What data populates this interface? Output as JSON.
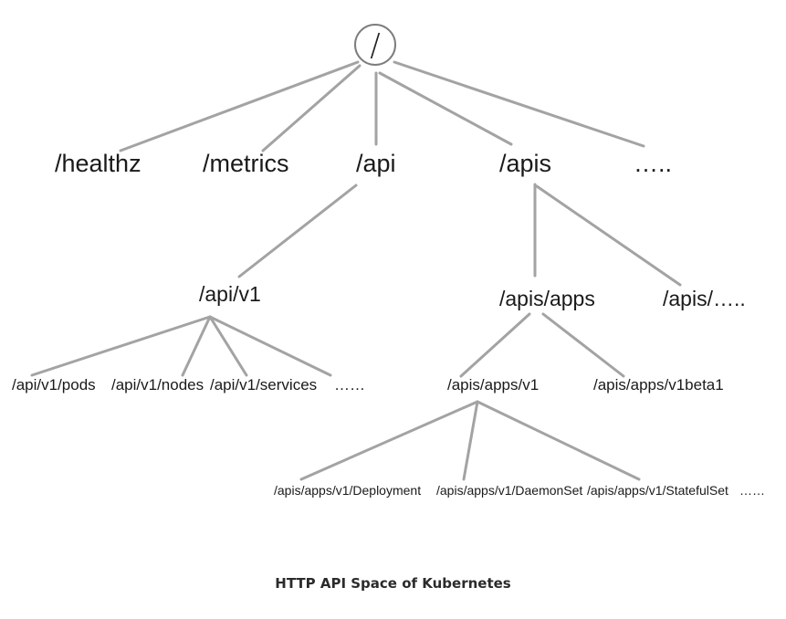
{
  "diagram": {
    "root": "/",
    "level1": [
      "/healthz",
      "/metrics",
      "/api",
      "/apis",
      "….."
    ],
    "level2": [
      "/api/v1",
      "/apis/apps",
      "/apis/….."
    ],
    "level3": [
      "/api/v1/pods",
      "/api/v1/nodes",
      "/api/v1/services",
      "……",
      "/apis/apps/v1",
      "/apis/apps/v1beta1"
    ],
    "level4": [
      "/apis/apps/v1/Deployment",
      "/apis/apps/v1/DaemonSet",
      "/apis/apps/v1/StatefulSet",
      "……"
    ]
  },
  "caption": "HTTP API Space of Kubernetes",
  "colors": {
    "edge": "#a3a3a3",
    "root_outline": "#7d7d7d",
    "text": "#1a1a1a"
  }
}
